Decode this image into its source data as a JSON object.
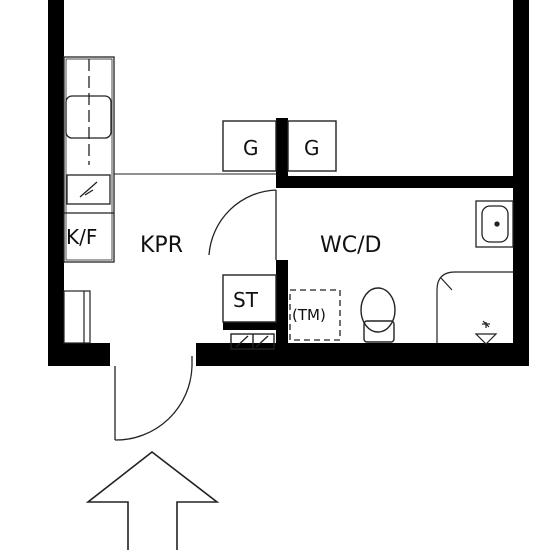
{
  "plan": {
    "rooms": {
      "kitchen_room": "KPR",
      "bathroom": "WC/D"
    },
    "fixtures": {
      "fridge_freezer": "K/F",
      "wardrobe_left": "G",
      "wardrobe_right": "G",
      "storage_closet": "ST",
      "washing_machine": "(TM)"
    },
    "colors": {
      "wall": "#000000",
      "line": "#222222",
      "background": "#ffffff"
    },
    "icons": [
      "entrance-arrow-icon",
      "toilet-icon",
      "sink-icon",
      "floor-drain-icon",
      "stove-icon"
    ]
  }
}
